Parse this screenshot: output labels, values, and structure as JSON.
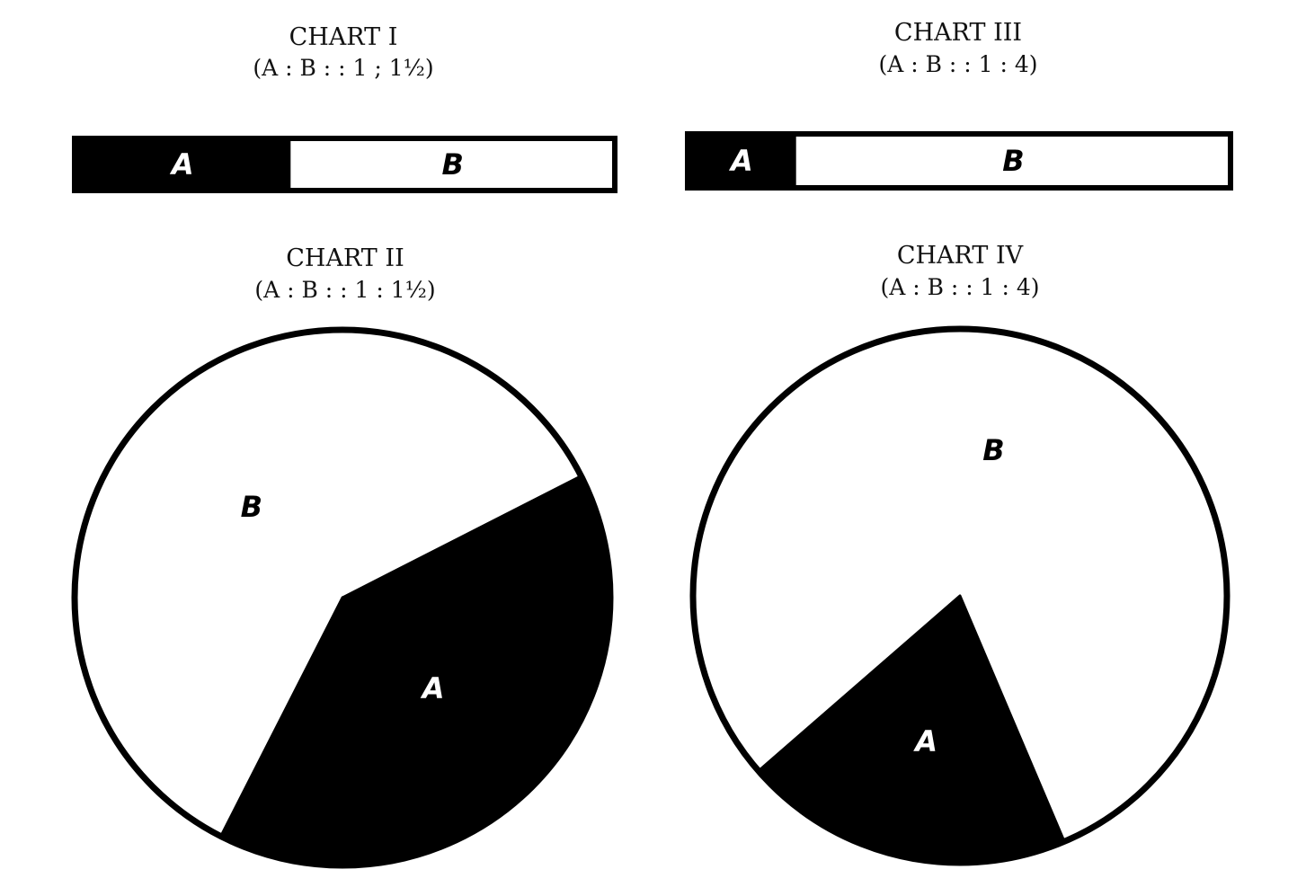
{
  "chart_data": [
    {
      "id": "chart-1",
      "type": "bar",
      "title": "CHART I",
      "subtitle": "(A : B : : 1 ; 1½)",
      "categories": [
        "A",
        "B"
      ],
      "values": [
        1,
        1.5
      ]
    },
    {
      "id": "chart-2",
      "type": "pie",
      "title": "CHART II",
      "subtitle": "(A : B : : 1 : 1½)",
      "categories": [
        "A",
        "B"
      ],
      "values": [
        1,
        1.5
      ]
    },
    {
      "id": "chart-3",
      "type": "bar",
      "title": "CHART III",
      "subtitle": "(A : B : : 1 : 4)",
      "categories": [
        "A",
        "B"
      ],
      "values": [
        1,
        4
      ]
    },
    {
      "id": "chart-4",
      "type": "pie",
      "title": "CHART IV",
      "subtitle": "(A : B : : 1 : 4)",
      "categories": [
        "A",
        "B"
      ],
      "values": [
        1,
        4
      ]
    }
  ],
  "colors": {
    "A": "#000000",
    "B": "#ffffff",
    "stroke": "#000000"
  }
}
